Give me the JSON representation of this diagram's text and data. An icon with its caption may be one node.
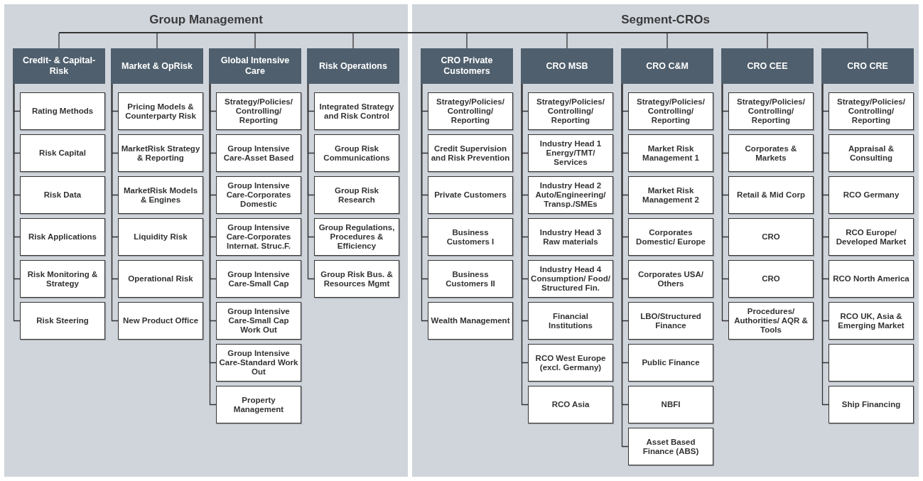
{
  "diagram": {
    "nodes": [
      {
        "text": [
          "Group Management"
        ]
      },
      {
        "text": [
          "Credit- & Capital-Risk"
        ],
        "in": 0
      },
      {
        "text": [
          "Rating Methods"
        ],
        "in": 0
      },
      {
        "text": [
          "Risk Capital"
        ],
        "in": 0
      },
      {
        "text": [
          "Risk Data"
        ],
        "in": 0
      },
      {
        "text": [
          "Risk Applications"
        ],
        "in": 0
      },
      {
        "text": [
          "Risk Monitoring & Strategy"
        ],
        "in": 0
      },
      {
        "text": [
          "Risk Steering"
        ],
        "in": 0
      },
      {
        "text": [
          "Market & OpRisk"
        ],
        "in": 0
      },
      {
        "text": [
          "Pricing Models & Counterparty Risk"
        ],
        "in": 0
      },
      {
        "text": [
          "MarketRisk Strategy & Reporting"
        ],
        "in": 0
      },
      {
        "text": [
          "MarketRisk Models & Engines"
        ],
        "in": 0
      },
      {
        "text": [
          "Liquidity Risk"
        ],
        "in": 0
      },
      {
        "text": [
          "Operational Risk"
        ],
        "in": 0
      },
      {
        "text": [
          "New Product Office"
        ],
        "in": 0
      },
      {
        "text": [
          "Global Intensive Care"
        ],
        "in": 0
      },
      {
        "text": [
          "Strategy/Policies/ Controlling/ Reporting"
        ],
        "in": 0
      },
      {
        "text": [
          "Group Intensive Care-Asset Based"
        ],
        "in": 0
      },
      {
        "text": [
          "Group Intensive Care-Corporates Domestic"
        ],
        "in": 0
      },
      {
        "text": [
          "Group Intensive Care-Corporates Internat. Struc.F."
        ],
        "in": 0
      },
      {
        "text": [
          "Group Intensive Care-Small Cap"
        ],
        "in": 0
      },
      {
        "text": [
          "Group Intensive Care-Small Cap Work Out"
        ],
        "in": 0
      },
      {
        "text": [
          "Group Intensive Care-Standard Work Out"
        ],
        "in": 0
      },
      {
        "text": [
          "Property Management"
        ],
        "in": 0
      },
      {
        "text": [
          "Risk Operations"
        ],
        "in": 0
      },
      {
        "text": [
          "Integrated Strategy and Risk Control"
        ],
        "in": 0
      },
      {
        "text": [
          "Group Risk Communications"
        ],
        "in": 0
      },
      {
        "text": [
          "Group Risk Research"
        ],
        "in": 0
      },
      {
        "text": [
          "Group Regulations, Procedures & Efficiency"
        ],
        "in": 0
      },
      {
        "text": [
          "Group Risk Bus. & Resources Mgmt"
        ],
        "in": 0
      },
      {
        "text": [
          "Segment-CROs"
        ]
      },
      {
        "text": [
          "CRO Private Customers"
        ],
        "in": 30
      },
      {
        "text": [
          "Strategy/Policies/ Controlling/ Reporting"
        ],
        "in": 30
      },
      {
        "text": [
          "Credit Supervision and Risk Prevention"
        ],
        "in": 30
      },
      {
        "text": [
          "Private Customers"
        ],
        "in": 30
      },
      {
        "text": [
          "Business Customers I"
        ],
        "in": 30
      },
      {
        "text": [
          "Business Customers II"
        ],
        "in": 30
      },
      {
        "text": [
          "Wealth Management"
        ],
        "in": 30
      },
      {
        "text": [
          "CRO MSB"
        ],
        "in": 30
      },
      {
        "text": [
          "Strategy/Policies/ Controlling/ Reporting"
        ],
        "in": 30
      },
      {
        "text": [
          "Industry Head 1 Energy/TMT/ Services"
        ],
        "in": 30
      },
      {
        "text": [
          "Industry Head 2 Auto/Engineering/ Transp./SMEs"
        ],
        "in": 30
      },
      {
        "text": [
          "Industry Head 3 Raw materials"
        ],
        "in": 30
      },
      {
        "text": [
          "Industry Head 4 Consumption/ Food/ Structured Fin."
        ],
        "in": 30
      },
      {
        "text": [
          "Financial Institutions"
        ],
        "in": 30
      },
      {
        "text": [
          "RCO West Europe (excl. Germany)"
        ],
        "in": 30
      },
      {
        "text": [
          "RCO Asia"
        ],
        "in": 30
      },
      {
        "text": [
          "CRO C&M"
        ],
        "in": 30
      },
      {
        "text": [
          "Strategy/Policies/ Controlling/ Reporting"
        ],
        "in": 30
      },
      {
        "text": [
          "Market Risk Management 1"
        ],
        "in": 30
      },
      {
        "text": [
          "Market Risk Management 2"
        ],
        "in": 30
      },
      {
        "text": [
          "Corporates Domestic/ Europe"
        ],
        "in": 30
      },
      {
        "text": [
          "Corporates USA/ Others"
        ],
        "in": 30
      },
      {
        "text": [
          "LBO/Structured Finance"
        ],
        "in": 30
      },
      {
        "text": [
          "Public Finance"
        ],
        "in": 30
      },
      {
        "text": [
          "NBFI"
        ],
        "in": 30
      },
      {
        "text": [
          "Asset Based Finance (ABS)"
        ],
        "in": 30
      },
      {
        "text": [
          "CRO CEE"
        ],
        "in": 30
      },
      {
        "text": [
          "Strategy/Policies/ Controlling/ Reporting"
        ],
        "in": 30
      },
      {
        "text": [
          "Corporates & Markets"
        ],
        "in": 30
      },
      {
        "text": [
          "Retail & Mid Corp"
        ],
        "in": 30
      },
      {
        "text": [
          "CRO"
        ],
        "in": 30
      },
      {
        "text": [
          "CRO"
        ],
        "in": 30
      },
      {
        "text": [
          "Procedures/ Authorities/ AQR & Tools"
        ],
        "in": 30
      },
      {
        "text": [
          "CRO CRE"
        ],
        "in": 30
      },
      {
        "text": [
          "Strategy/Policies/ Controlling/ Reporting"
        ],
        "in": 30
      },
      {
        "text": [
          "Appraisal & Consulting"
        ],
        "in": 30
      },
      {
        "text": [
          "RCO Germany"
        ],
        "in": 30
      },
      {
        "text": [
          "RCO Europe/ Developed Market"
        ],
        "in": 30
      },
      {
        "text": [
          "RCO North America"
        ],
        "in": 30
      },
      {
        "text": [
          "RCO UK, Asia & Emerging Market"
        ],
        "in": 30
      },
      {
        "text": [],
        "shape": "box",
        "in": 30
      },
      {
        "text": [
          "Ship Financing"
        ],
        "in": 30
      },
      {
        "text": [],
        "shape": "bar"
      }
    ],
    "edges": [
      {
        "from": 73,
        "to": 1,
        "arrow": "none"
      },
      {
        "from": 73,
        "to": 8,
        "arrow": "none"
      },
      {
        "from": 73,
        "to": 15,
        "arrow": "none"
      },
      {
        "from": 73,
        "to": 24,
        "arrow": "none"
      },
      {
        "from": 73,
        "to": 31,
        "arrow": "none"
      },
      {
        "from": 73,
        "to": 38,
        "arrow": "none"
      },
      {
        "from": 73,
        "to": 47,
        "arrow": "none"
      },
      {
        "from": 73,
        "to": 57,
        "arrow": "none"
      },
      {
        "from": 73,
        "to": 64,
        "arrow": "none"
      },
      {
        "from": 1,
        "to": 2,
        "arrow": "none"
      },
      {
        "from": 1,
        "to": 3,
        "arrow": "none"
      },
      {
        "from": 1,
        "to": 4,
        "arrow": "none"
      },
      {
        "from": 1,
        "to": 5,
        "arrow": "none"
      },
      {
        "from": 1,
        "to": 6,
        "arrow": "none"
      },
      {
        "from": 1,
        "to": 7,
        "arrow": "none"
      },
      {
        "from": 8,
        "to": 9,
        "arrow": "none"
      },
      {
        "from": 8,
        "to": 10,
        "arrow": "none"
      },
      {
        "from": 8,
        "to": 11,
        "arrow": "none"
      },
      {
        "from": 8,
        "to": 12,
        "arrow": "none"
      },
      {
        "from": 8,
        "to": 13,
        "arrow": "none"
      },
      {
        "from": 8,
        "to": 14,
        "arrow": "none"
      },
      {
        "from": 15,
        "to": 16,
        "arrow": "none"
      },
      {
        "from": 15,
        "to": 17,
        "arrow": "none"
      },
      {
        "from": 15,
        "to": 18,
        "arrow": "none"
      },
      {
        "from": 15,
        "to": 19,
        "arrow": "none"
      },
      {
        "from": 15,
        "to": 20,
        "arrow": "none"
      },
      {
        "from": 15,
        "to": 21,
        "arrow": "none"
      },
      {
        "from": 15,
        "to": 22,
        "arrow": "none"
      },
      {
        "from": 15,
        "to": 23,
        "arrow": "none"
      },
      {
        "from": 24,
        "to": 25,
        "arrow": "none"
      },
      {
        "from": 24,
        "to": 26,
        "arrow": "none"
      },
      {
        "from": 24,
        "to": 27,
        "arrow": "none"
      },
      {
        "from": 24,
        "to": 28,
        "arrow": "none"
      },
      {
        "from": 24,
        "to": 29,
        "arrow": "none"
      },
      {
        "from": 31,
        "to": 32,
        "arrow": "none"
      },
      {
        "from": 31,
        "to": 33,
        "arrow": "none"
      },
      {
        "from": 31,
        "to": 34,
        "arrow": "none"
      },
      {
        "from": 31,
        "to": 35,
        "arrow": "none"
      },
      {
        "from": 31,
        "to": 36,
        "arrow": "none"
      },
      {
        "from": 31,
        "to": 37,
        "arrow": "none"
      },
      {
        "from": 38,
        "to": 39,
        "arrow": "none"
      },
      {
        "from": 38,
        "to": 40,
        "arrow": "none"
      },
      {
        "from": 38,
        "to": 41,
        "arrow": "none"
      },
      {
        "from": 38,
        "to": 42,
        "arrow": "none"
      },
      {
        "from": 38,
        "to": 43,
        "arrow": "none"
      },
      {
        "from": 38,
        "to": 44,
        "arrow": "none"
      },
      {
        "from": 38,
        "to": 45,
        "arrow": "none"
      },
      {
        "from": 38,
        "to": 46,
        "arrow": "none"
      },
      {
        "from": 47,
        "to": 48,
        "arrow": "none"
      },
      {
        "from": 47,
        "to": 49,
        "arrow": "none"
      },
      {
        "from": 47,
        "to": 50,
        "arrow": "none"
      },
      {
        "from": 47,
        "to": 51,
        "arrow": "none"
      },
      {
        "from": 47,
        "to": 52,
        "arrow": "none"
      },
      {
        "from": 47,
        "to": 53,
        "arrow": "none"
      },
      {
        "from": 47,
        "to": 54,
        "arrow": "none"
      },
      {
        "from": 47,
        "to": 55,
        "arrow": "none"
      },
      {
        "from": 47,
        "to": 56,
        "arrow": "none"
      },
      {
        "from": 57,
        "to": 58,
        "arrow": "none"
      },
      {
        "from": 57,
        "to": 59,
        "arrow": "none"
      },
      {
        "from": 57,
        "to": 60,
        "arrow": "none"
      },
      {
        "from": 57,
        "to": 61,
        "arrow": "none"
      },
      {
        "from": 57,
        "to": 62,
        "arrow": "none"
      },
      {
        "from": 57,
        "to": 63,
        "arrow": "none"
      },
      {
        "from": 64,
        "to": 65,
        "arrow": "none"
      },
      {
        "from": 64,
        "to": 66,
        "arrow": "none"
      },
      {
        "from": 64,
        "to": 67,
        "arrow": "none"
      },
      {
        "from": 64,
        "to": 68,
        "arrow": "none"
      },
      {
        "from": 64,
        "to": 69,
        "arrow": "none"
      },
      {
        "from": 64,
        "to": 70,
        "arrow": "none"
      },
      {
        "from": 64,
        "to": 71,
        "arrow": "none"
      },
      {
        "from": 64,
        "to": 72,
        "arrow": "none"
      }
    ]
  }
}
